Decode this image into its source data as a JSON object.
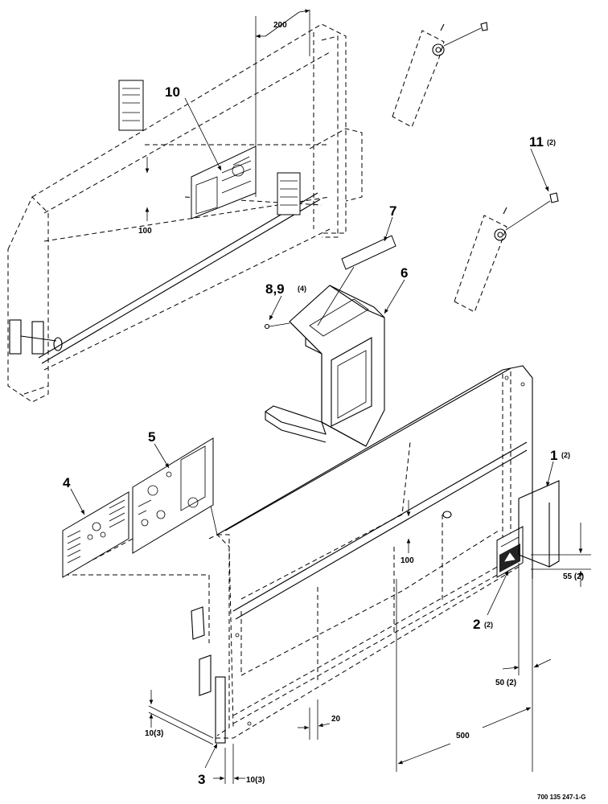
{
  "callouts": [
    {
      "id": "1",
      "qty": "(2)"
    },
    {
      "id": "2",
      "qty": "(2)"
    },
    {
      "id": "3",
      "qty": ""
    },
    {
      "id": "4",
      "qty": ""
    },
    {
      "id": "5",
      "qty": ""
    },
    {
      "id": "6",
      "qty": ""
    },
    {
      "id": "7",
      "qty": ""
    },
    {
      "id": "8,9",
      "qty": "(4)"
    },
    {
      "id": "10",
      "qty": ""
    },
    {
      "id": "11",
      "qty": "(2)"
    }
  ],
  "dimensions": {
    "d200": "200",
    "d100_upper": "100",
    "d100_lower": "100",
    "d55": "55 (2)",
    "d50": "50 (2)",
    "d500": "500",
    "d20": "20",
    "d10_side": "10(3)",
    "d10_bottom": "10(3)"
  },
  "drawing_number": "700 135 247-1-G"
}
